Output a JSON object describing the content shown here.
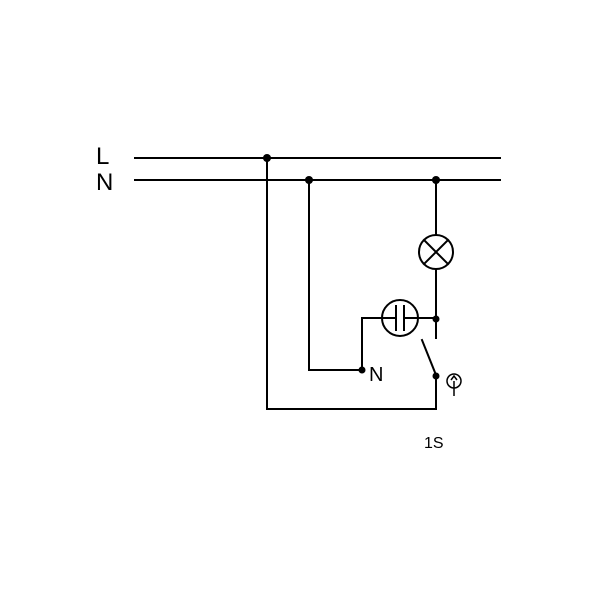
{
  "lines": {
    "live_label": "L",
    "neutral_label": "N"
  },
  "device": {
    "neutral_terminal_label": "N",
    "switch_label": "1S"
  },
  "icons": {
    "lamp": "lamp-icon",
    "capacitor": "capacitor-icon",
    "sensor": "motion-sensor-icon"
  },
  "colors": {
    "line": "#000000",
    "background": "#ffffff"
  }
}
